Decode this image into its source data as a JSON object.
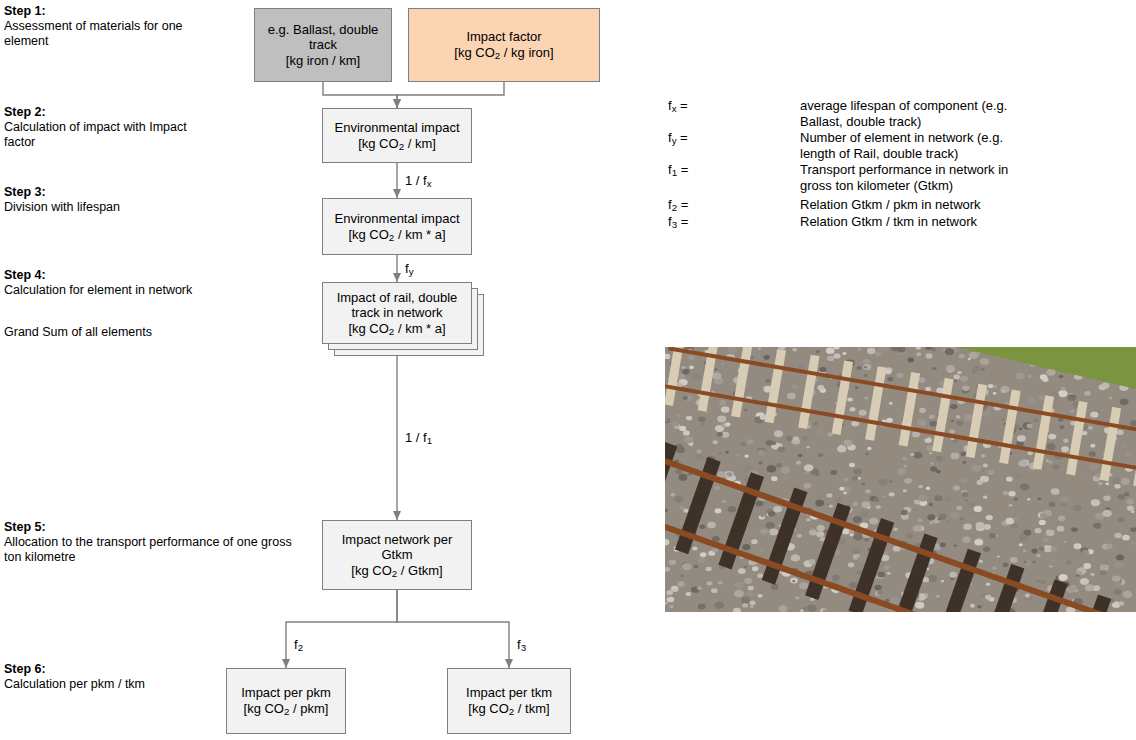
{
  "diagram": {
    "nodes": [
      {
        "text": [
          "e.g. Ballast, double track",
          "[kg iron / km]"
        ]
      },
      {
        "text": [
          "Impact factor",
          "[kg CO2 / kg iron]"
        ]
      },
      {
        "text": [
          "Environmental impact",
          "[kg CO2 / km]"
        ]
      },
      {
        "text": [
          "Environmental impact",
          "[kg CO2 / km * a]"
        ]
      },
      {
        "text": [
          "Impact of rail, double track in network",
          "[kg CO2 / km * a]"
        ]
      },
      {
        "text": [
          "Impact network per Gtkm",
          "[kg CO2 / Gtkm]"
        ]
      },
      {
        "text": [
          "Impact per pkm",
          "[kg CO2 / pkm]"
        ]
      },
      {
        "text": [
          "Impact per tkm",
          "[kg CO2 / tkm]"
        ]
      }
    ],
    "edges": [
      {
        "from": 0,
        "to": 2,
        "arrow": "to"
      },
      {
        "from": 1,
        "to": 2,
        "arrow": "to"
      },
      {
        "from": 2,
        "to": 3,
        "label": "1 / fx",
        "arrow": "to"
      },
      {
        "from": 3,
        "to": 4,
        "label": "fy",
        "arrow": "to"
      },
      {
        "from": 4,
        "to": 5,
        "label": "1 / f1",
        "arrow": "to"
      },
      {
        "from": 5,
        "to": 6,
        "label": "f2",
        "arrow": "to"
      },
      {
        "from": 5,
        "to": 7,
        "label": "f3",
        "arrow": "to"
      }
    ],
    "labels": [
      "Step 1:",
      "Assessment of materials for one element",
      "Step 2:",
      "Calculation of impact with Impact factor",
      "Step 3:",
      "Division with lifespan",
      "Step 4:",
      "Calculation for element in network",
      "Grand Sum of all elements",
      "Step 5:",
      "Allocation to the transport performance of one gross ton kilometre",
      "Step 6:",
      "Calculation per pkm / tkm",
      "fx =",
      "average lifespan of component (e.g. Ballast, double track)",
      "fy =",
      "Number of element in network (e.g. length of Rail, double track)",
      "f1 =",
      "Transport performance in network in gross ton kilometer (Gtkm)",
      "f2 =",
      "Relation Gtkm / pkm in network",
      "f3 =",
      "Relation Gtkm / tkm in network"
    ]
  }
}
